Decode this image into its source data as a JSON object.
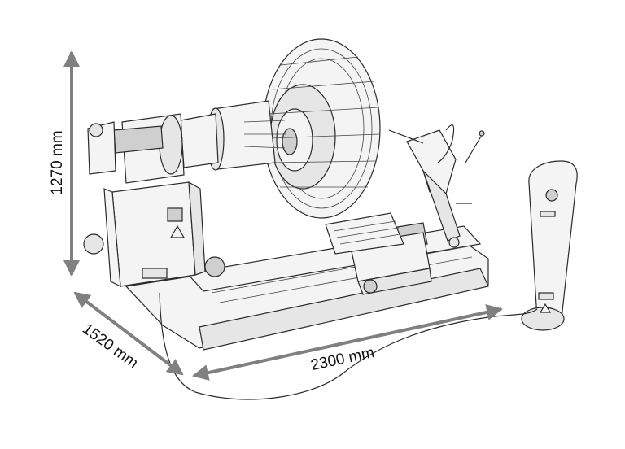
{
  "dimensions": {
    "height": {
      "value": 1270,
      "unit": "mm",
      "label": "1270 mm"
    },
    "depth": {
      "value": 1520,
      "unit": "mm",
      "label": "1520 mm"
    },
    "length": {
      "value": 2300,
      "unit": "mm",
      "label": "2300 mm"
    }
  },
  "colors": {
    "arrow": "#808080",
    "ink": "#2a2a2a",
    "background": "#ffffff"
  }
}
